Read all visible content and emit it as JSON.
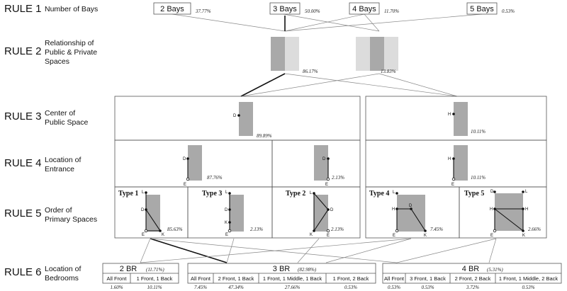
{
  "rules": [
    {
      "id": "RULE 1",
      "title": [
        "Number of Bays"
      ]
    },
    {
      "id": "RULE 2",
      "title": [
        "Relationship of",
        "Public & Private",
        "Spaces"
      ]
    },
    {
      "id": "RULE 3",
      "title": [
        "Center of",
        "Public Space"
      ]
    },
    {
      "id": "RULE 4",
      "title": [
        "Location of",
        "Entrance"
      ]
    },
    {
      "id": "RULE 5",
      "title": [
        "Order of",
        "Primary Spaces"
      ]
    },
    {
      "id": "RULE 6",
      "title": [
        "Location of",
        "Bedrooms"
      ]
    }
  ],
  "rule1": {
    "bays": [
      {
        "label": "2 Bays",
        "percent": "37.77%"
      },
      {
        "label": "3 Bays",
        "percent": "50.00%"
      },
      {
        "label": "4 Bays",
        "percent": "11.70%"
      },
      {
        "label": "5 Bays",
        "percent": "0.53%"
      }
    ]
  },
  "rule2": {
    "options": [
      {
        "percent": "86.17%"
      },
      {
        "percent": "13.83%"
      }
    ]
  },
  "rule3": {
    "left": {
      "point": "D",
      "percent": "89.89%"
    },
    "right": {
      "point": "H",
      "percent": "10.11%"
    }
  },
  "rule4": {
    "a": {
      "point_top": "D",
      "point_bottom": "E",
      "percent": "87.76%"
    },
    "b": {
      "point_top": "D",
      "point_bottom": "E",
      "percent": "2.13%"
    },
    "c": {
      "point_top": "H",
      "point_bottom": "E",
      "percent": "10.11%"
    }
  },
  "rule5": {
    "types": [
      {
        "name": "Type 1",
        "percent": "85.63%"
      },
      {
        "name": "Type 3",
        "percent": "2.13%"
      },
      {
        "name": "Type 2",
        "percent": "2.13%"
      },
      {
        "name": "Type 4",
        "percent": "7.45%"
      },
      {
        "name": "Type 5",
        "percent": "2.66%"
      }
    ],
    "points": {
      "L": "L",
      "D": "D",
      "E": "E",
      "K": "K",
      "H": "H"
    }
  },
  "rule6": {
    "groups": [
      {
        "label": "2 BR",
        "percent": "(11.71%)",
        "options": [
          {
            "label": "All Front",
            "percent": "1.60%"
          },
          {
            "label": "1 Front, 1 Back",
            "percent": "10.11%"
          }
        ]
      },
      {
        "label": "3 BR",
        "percent": "(82.98%)",
        "options": [
          {
            "label": "All Front",
            "percent": "7.45%"
          },
          {
            "label": "2 Front, 1 Back",
            "percent": "47.34%"
          },
          {
            "label": "1 Front, 1 Middle, 1 Back",
            "percent": "27.66%"
          },
          {
            "label": "1 Front, 2 Back",
            "percent": "0.53%"
          }
        ]
      },
      {
        "label": "4 BR",
        "percent": "(5.31%)",
        "options": [
          {
            "label": "All Front",
            "percent": "0.53%"
          },
          {
            "label": "3 Front, 1 Back",
            "percent": "0.53%"
          },
          {
            "label": "2 Front, 2 Back",
            "percent": "3.72%"
          },
          {
            "label": "1 Front, 1 Middle, 2 Back",
            "percent": "0.53%"
          }
        ]
      }
    ]
  }
}
